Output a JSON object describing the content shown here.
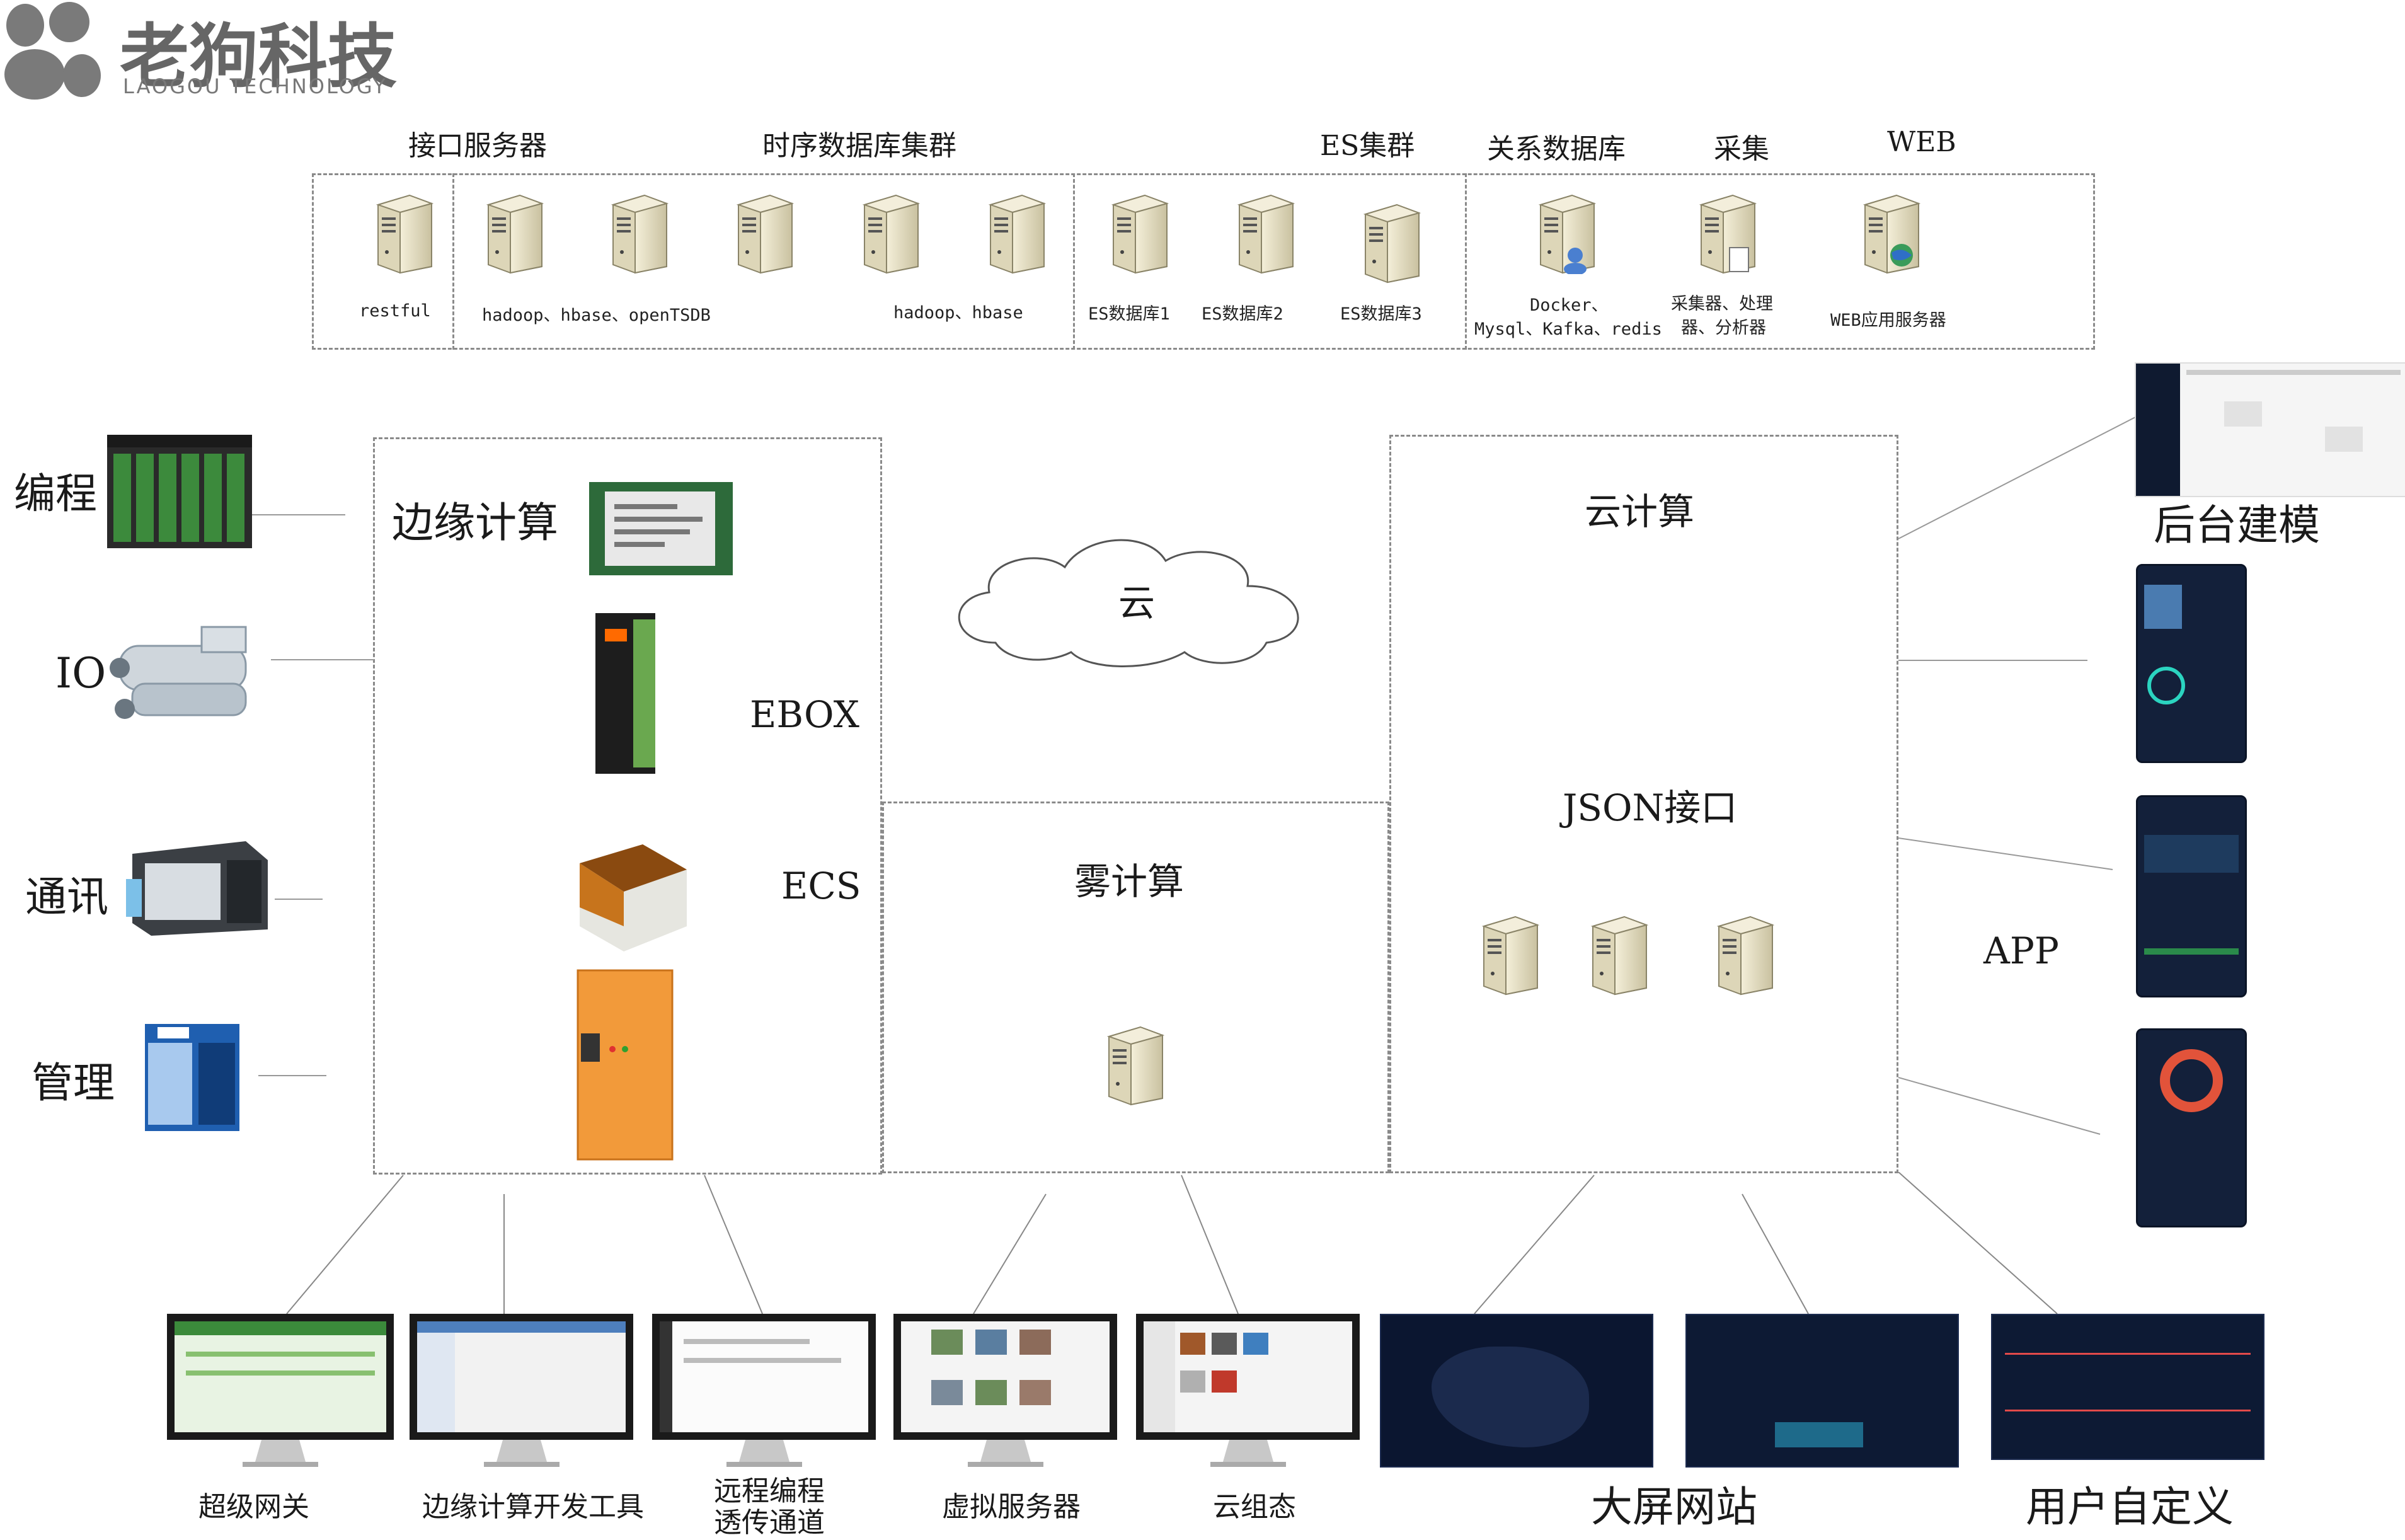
{
  "logo": {
    "cn": "老狗科技",
    "en": "LAOGOU TECHNOLOGY"
  },
  "top_headers": [
    "接口服务器",
    "时序数据库集群",
    "ES集群",
    "关系数据库",
    "采集",
    "WEB"
  ],
  "top_labels": {
    "restful": "restful",
    "hadoop1": "hadoop、hbase、openTSDB",
    "hadoop2": "hadoop、hbase",
    "es1": "ES数据库1",
    "es2": "ES数据库2",
    "es3": "ES数据库3",
    "rel_line1": "Docker、",
    "rel_line2": "Mysql、Kafka、redis",
    "col_line1": "采集器、处理",
    "col_line2": "器、分析器",
    "web": "WEB应用服务器"
  },
  "left_devices": [
    "编程",
    "IO",
    "通讯",
    "管理"
  ],
  "edge": {
    "title": "边缘计算",
    "ebox": "EBOX",
    "ecs": "ECS"
  },
  "cloud": {
    "label": "云"
  },
  "fog": {
    "title": "雾计算"
  },
  "cloud_compute": {
    "title": "云计算",
    "json": "JSON接口"
  },
  "right": {
    "backend": "后台建模",
    "app": "APP"
  },
  "bottom": {
    "m1": "超级网关",
    "m2": "边缘计算开发工具",
    "m3_line1": "远程编程",
    "m3_line2": "透传通道",
    "m4": "虚拟服务器",
    "m5": "云组态",
    "big_screen": "大屏网站",
    "custom": "用户自定义"
  }
}
